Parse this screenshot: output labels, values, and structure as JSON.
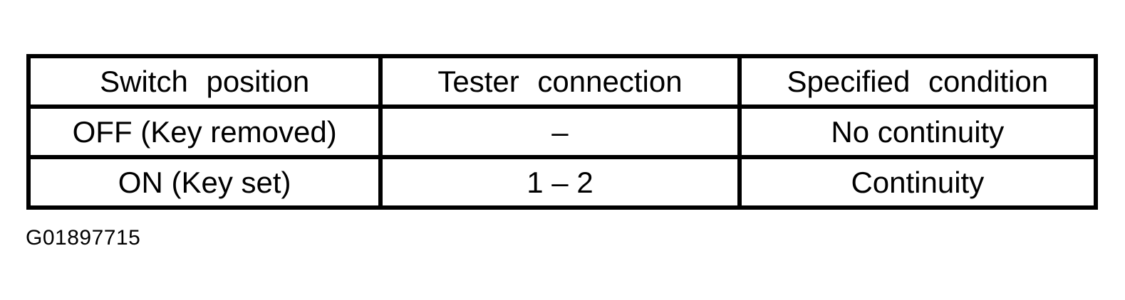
{
  "page": {
    "background_color": "#ffffff",
    "text_color": "#000000"
  },
  "table": {
    "border_color": "#000000",
    "columns": [
      {
        "label": "Switch position"
      },
      {
        "label": "Tester connection"
      },
      {
        "label": "Specified condition"
      }
    ],
    "rows": [
      {
        "switch_position": "OFF (Key removed)",
        "tester_connection": "–",
        "specified_condition": "No continuity"
      },
      {
        "switch_position": "ON (Key set)",
        "tester_connection": "1 – 2",
        "specified_condition": "Continuity"
      }
    ]
  },
  "caption": {
    "figure_id": "G01897715"
  }
}
